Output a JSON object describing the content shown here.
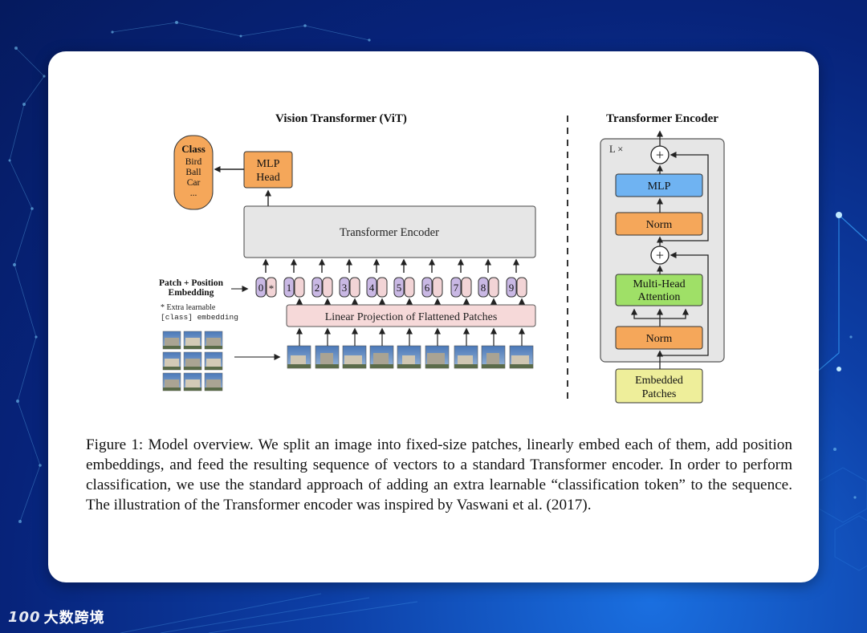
{
  "figure": {
    "vit_title": "Vision Transformer (ViT)",
    "encoder_title": "Transformer Encoder",
    "class_box": {
      "title": "Class",
      "items": [
        "Bird",
        "Ball",
        "Car",
        "..."
      ]
    },
    "mlp_head": [
      "MLP",
      "Head"
    ],
    "transformer_encoder_label": "Transformer Encoder",
    "patch_position_label": [
      "Patch + Position",
      "Embedding"
    ],
    "extra_learnable_note": [
      "* Extra learnable",
      "[class] embedding"
    ],
    "linear_projection_label": "Linear Projection of Flattened Patches",
    "token_labels": [
      "0",
      "1",
      "2",
      "3",
      "4",
      "5",
      "6",
      "7",
      "8",
      "9"
    ],
    "class_token_marker": "*",
    "encoder_detail": {
      "repeat_label": "L ×",
      "mlp": "MLP",
      "norm": "Norm",
      "attention": [
        "Multi-Head",
        "Attention"
      ],
      "embedded_patches": [
        "Embedded",
        "Patches"
      ],
      "add_symbol": "+"
    },
    "colors": {
      "orange_block": "#f5a75a",
      "blue_block": "#6fb3f2",
      "green_block": "#9fe067",
      "yellow_block": "#eeee9a",
      "projection_block": "#f6d9d9",
      "encoder_block": "#e6e6e6",
      "token_purple": "#c9b8e4",
      "token_pink": "#f2d4d6"
    }
  },
  "caption": "Figure 1: Model overview. We split an image into fixed-size patches, linearly embed each of them, add position embeddings, and feed the resulting sequence of vectors to a standard Transformer encoder. In order to perform classification, we use the standard approach of adding an extra learnable “classification token” to the sequence. The illustration of the Transformer encoder was inspired by Vaswani et al. (2017).",
  "watermark": {
    "logo": "100",
    "text": "大数跨境"
  }
}
